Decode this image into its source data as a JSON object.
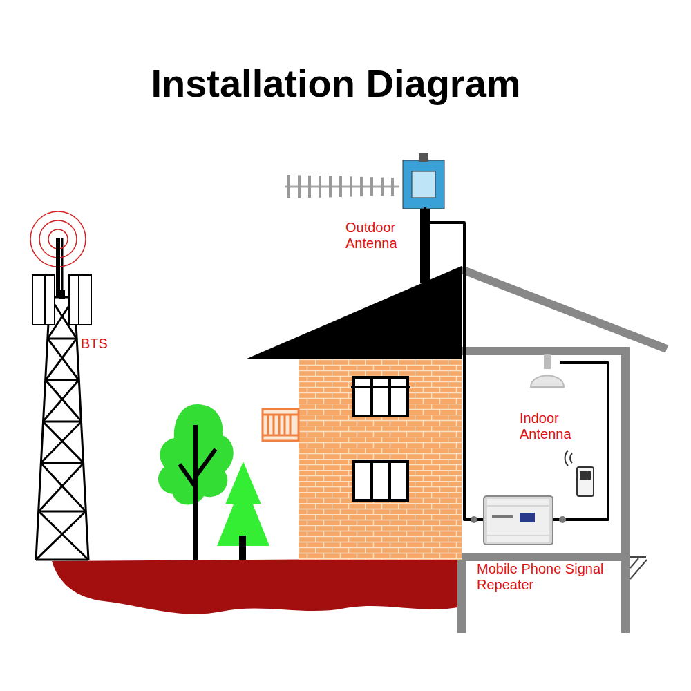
{
  "diagram": {
    "title": "Installation Diagram",
    "labels": [
      "Outdoor Antenna",
      "BTS",
      "Indoor Antenna",
      "Mobile Phone Signal Repeater"
    ]
  }
}
